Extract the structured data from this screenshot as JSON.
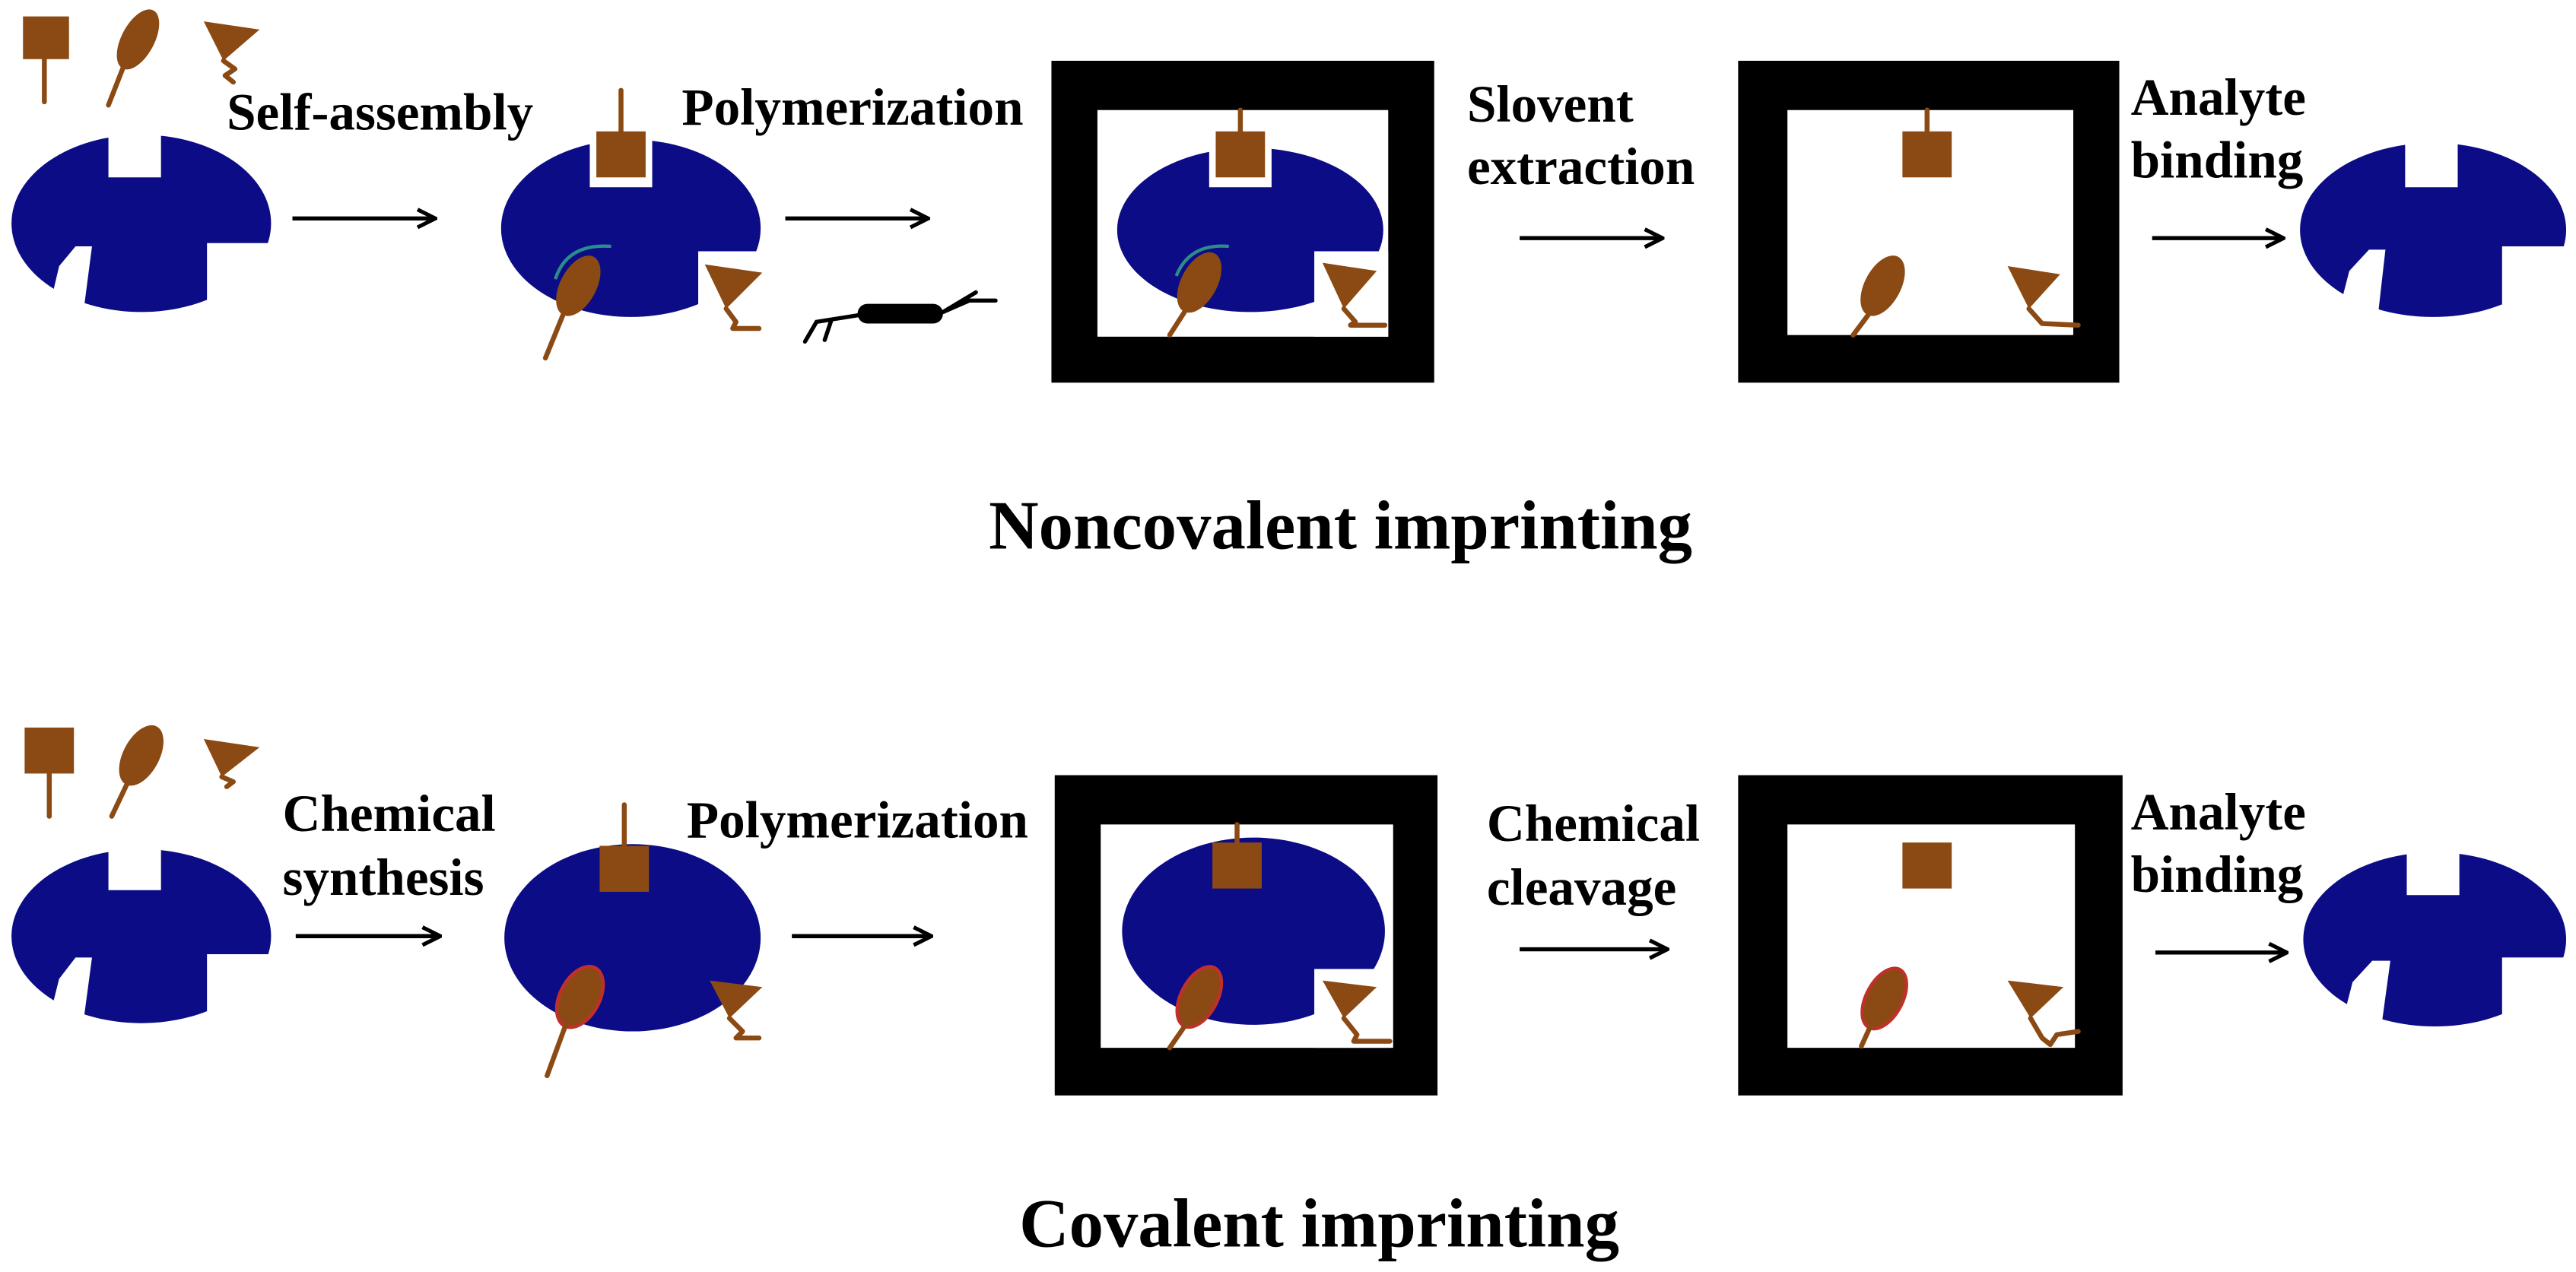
{
  "colors": {
    "polymer": "#0c0c86",
    "template": "#8b4a14",
    "matrix": "#000000",
    "bond": "#c0302a",
    "interaction": "#2b8c8c"
  },
  "noncovalent": {
    "title": "Noncovalent imprinting",
    "self_assembly": "Self-assembly",
    "polymerization": "Polymerization",
    "extraction": [
      "Slovent",
      "extraction"
    ],
    "binding": [
      "Analyte",
      "binding"
    ]
  },
  "covalent": {
    "title": "Covalent imprinting",
    "synthesis": [
      "Chemical",
      "synthesis"
    ],
    "polymerization": "Polymerization",
    "cleavage": [
      "Chemical",
      "cleavage"
    ],
    "binding": [
      "Analyte",
      "binding"
    ]
  }
}
